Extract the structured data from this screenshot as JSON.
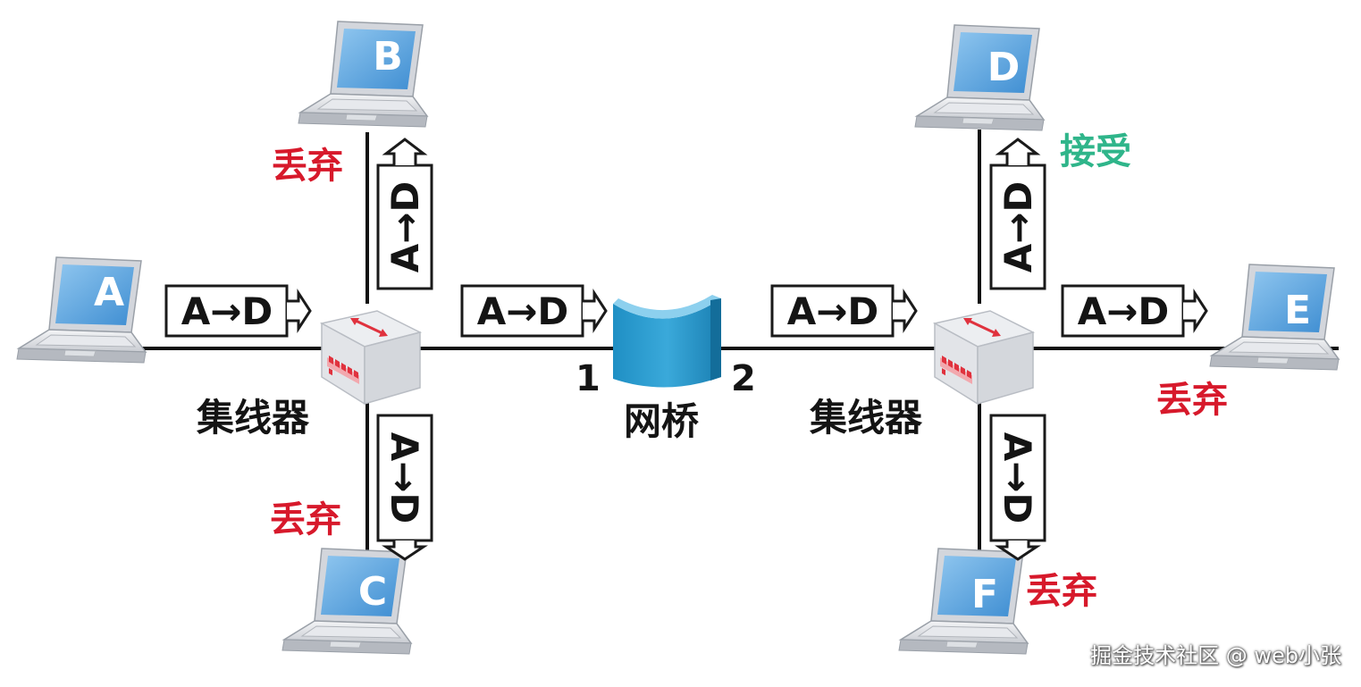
{
  "computers": [
    {
      "id": "A",
      "letter": "A"
    },
    {
      "id": "B",
      "letter": "B"
    },
    {
      "id": "C",
      "letter": "C"
    },
    {
      "id": "D",
      "letter": "D"
    },
    {
      "id": "E",
      "letter": "E"
    },
    {
      "id": "F",
      "letter": "F"
    }
  ],
  "frame_label": "A→D",
  "hub_label": "集线器",
  "bridge_label": "网桥",
  "ports": {
    "left": "1",
    "right": "2"
  },
  "status": {
    "b": "丢弃",
    "c": "丢弃",
    "d": "接受",
    "e": "丢弃",
    "f": "丢弃"
  },
  "colors": {
    "discard": "#d7192b",
    "accept": "#2fb58a",
    "screen": "#5fa6dd",
    "bridge": "#2f9fd0",
    "hub_arrow": "#e0323e",
    "hub_ports": "#e0323e"
  },
  "watermark": "掘金技术社区 @ web小张"
}
